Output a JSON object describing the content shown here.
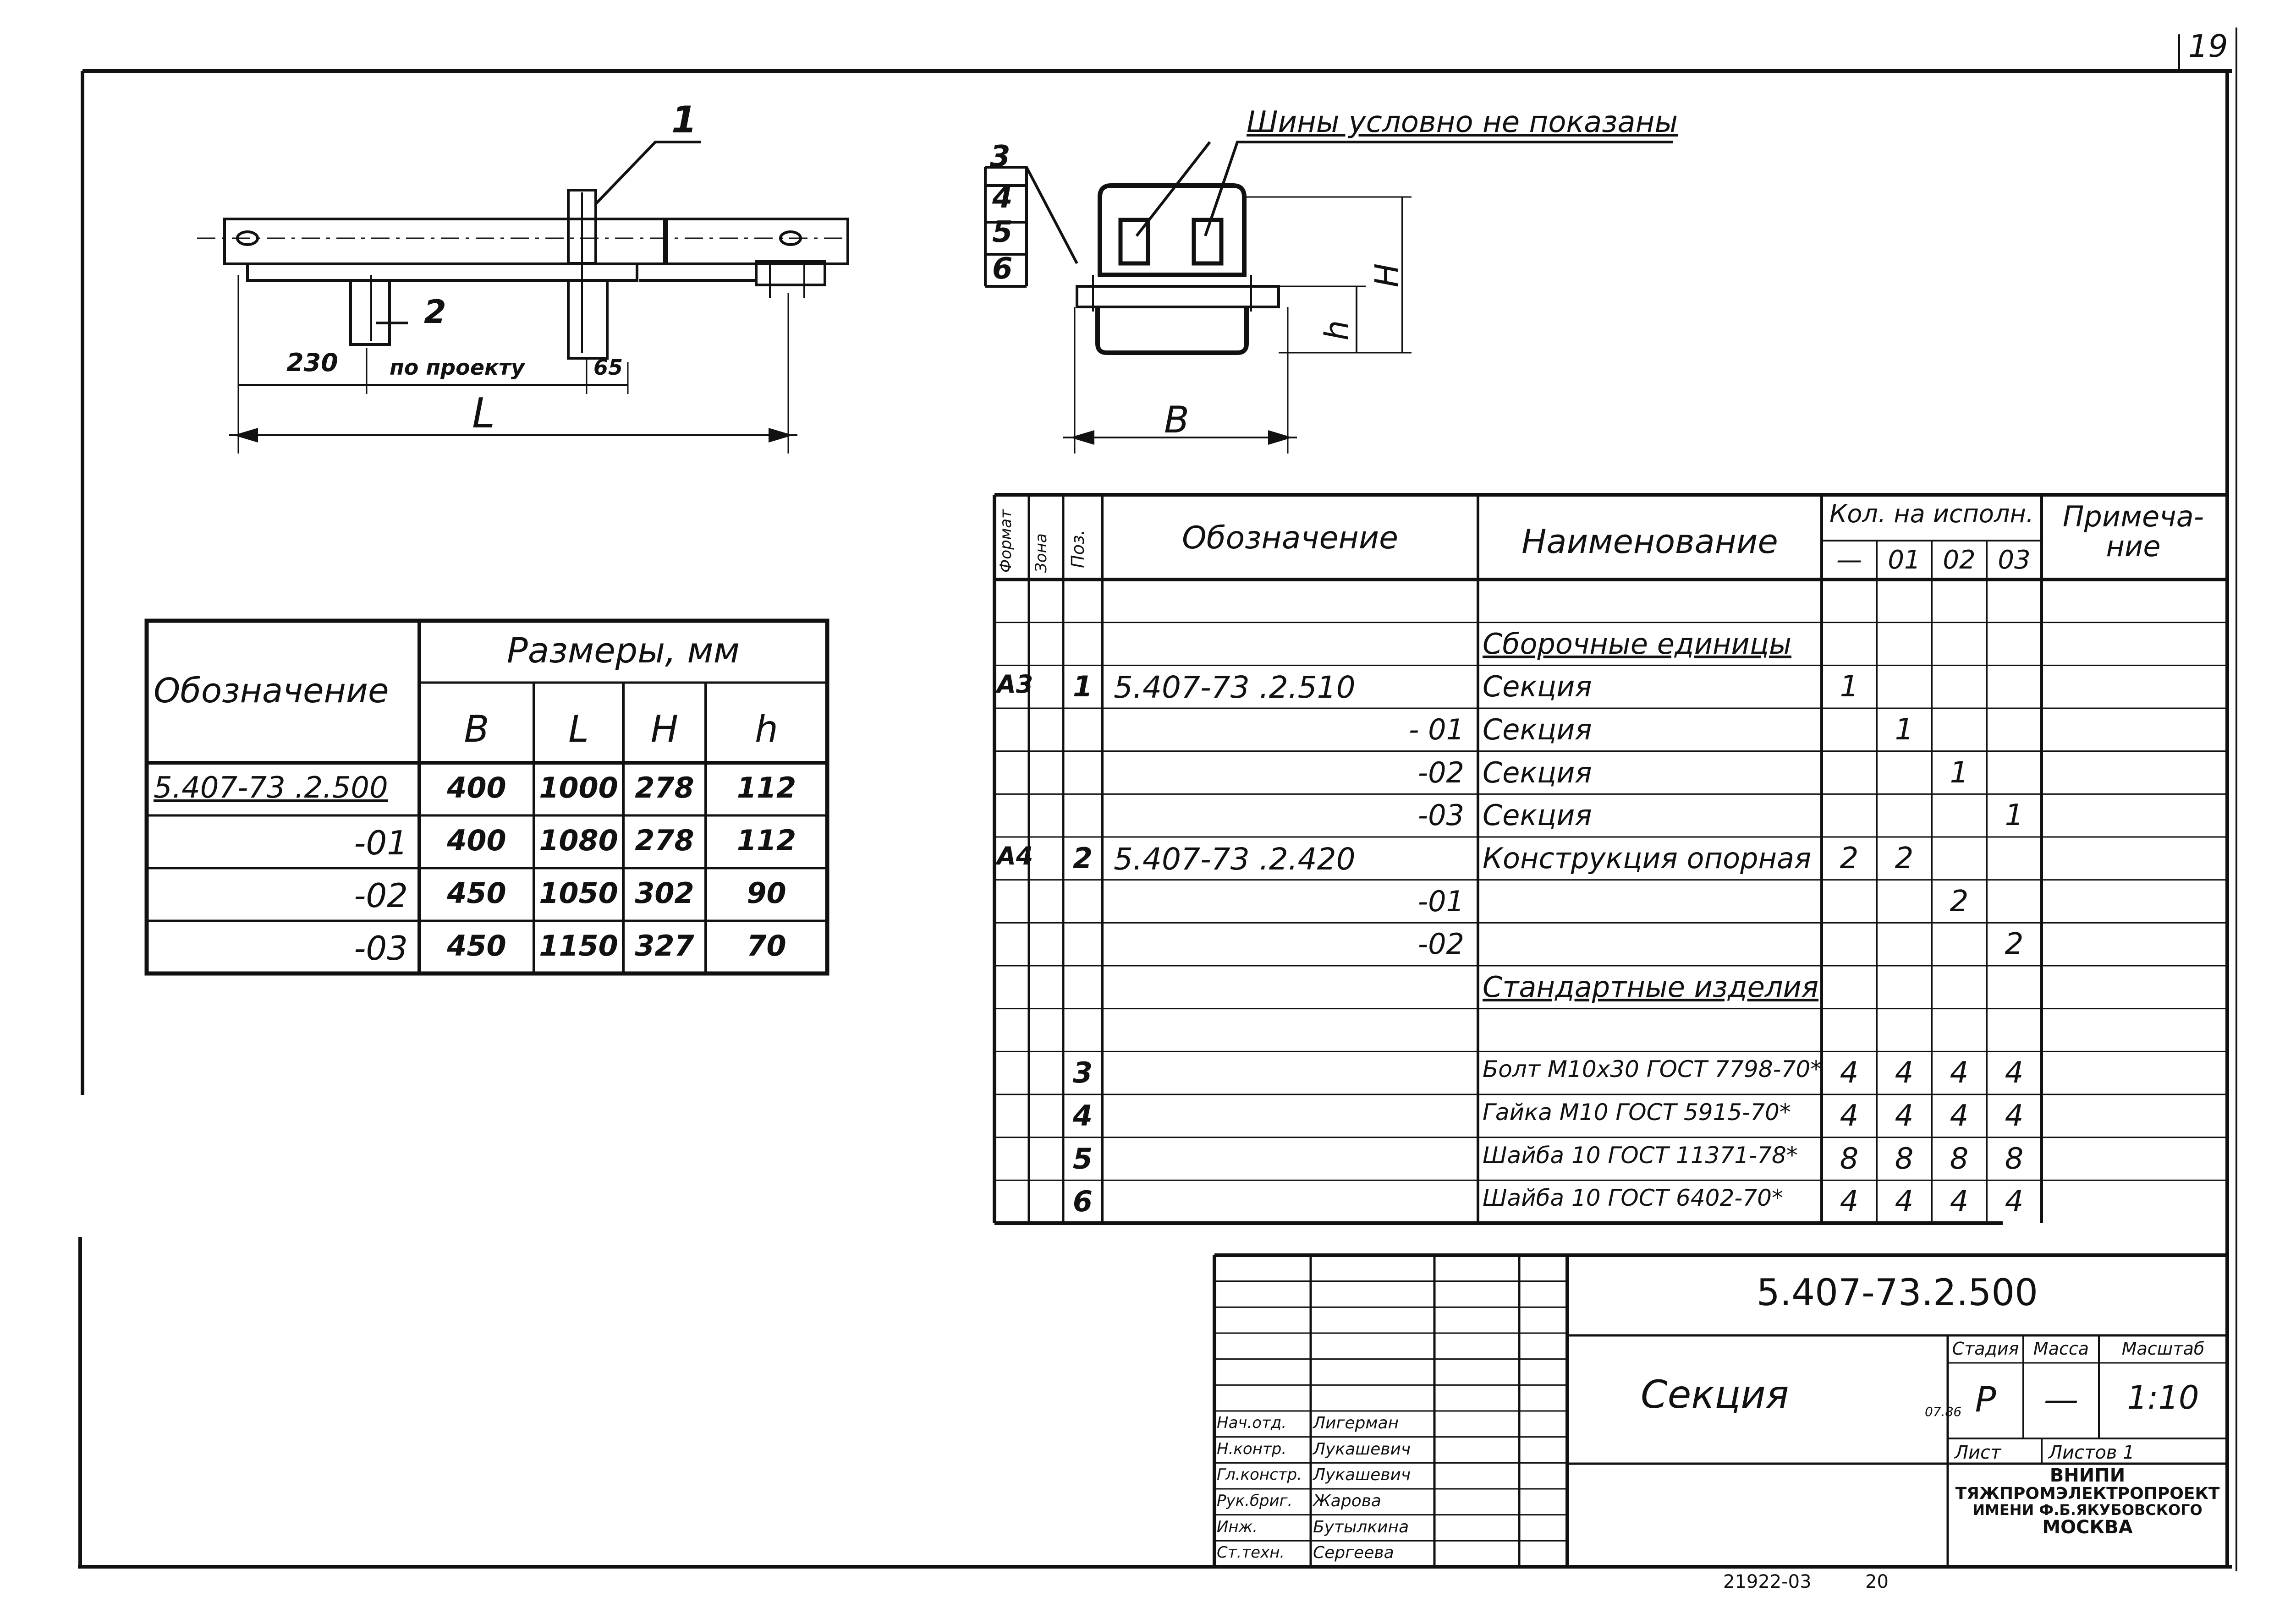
{
  "sheet_number": "19",
  "note_buses": "Шины условно не показаны",
  "drawing1": {
    "callout1": "1",
    "callout2": "2",
    "dim_230": "230",
    "dim_pitch": "по проекту",
    "dim_65": "65",
    "dim_L": "L"
  },
  "drawing2": {
    "callouts": [
      "3",
      "4",
      "5",
      "6"
    ],
    "dim_B": "B",
    "dim_H": "H",
    "dim_h": "h"
  },
  "dims_table": {
    "header_designation": "Обозначение",
    "header_sizes": "Размеры, мм",
    "cols": [
      "B",
      "L",
      "H",
      "h"
    ],
    "rows": [
      {
        "des": "5.407-73 .2.500",
        "v": [
          "400",
          "1000",
          "278",
          "112"
        ]
      },
      {
        "des": "-01",
        "v": [
          "400",
          "1080",
          "278",
          "112"
        ]
      },
      {
        "des": "-02",
        "v": [
          "450",
          "1050",
          "302",
          "90"
        ]
      },
      {
        "des": "-03",
        "v": [
          "450",
          "1150",
          "327",
          "70"
        ]
      }
    ]
  },
  "spec": {
    "h_format": "Формат",
    "h_zone": "Зона",
    "h_pos": "Поз.",
    "h_designation": "Обозначение",
    "h_name": "Наименование",
    "h_qty": "Кол. на исполн.",
    "h_qcols": [
      "—",
      "01",
      "02",
      "03"
    ],
    "h_note": "Приме­ча-ние",
    "rows": [
      {
        "fmt": "",
        "pos": "",
        "des": "",
        "name": "",
        "q": [
          "",
          "",
          "",
          ""
        ]
      },
      {
        "fmt": "",
        "pos": "",
        "des": "",
        "name": "Сборочные единицы",
        "q": [
          "",
          "",
          "",
          ""
        ],
        "ul": true
      },
      {
        "fmt": "А3",
        "pos": "1",
        "des": "5.407-73 .2.510",
        "name": "Секция",
        "q": [
          "1",
          "",
          "",
          ""
        ]
      },
      {
        "fmt": "",
        "pos": "",
        "des": "- 01",
        "name": "Секция",
        "q": [
          "",
          "1",
          "",
          ""
        ],
        "r": true
      },
      {
        "fmt": "",
        "pos": "",
        "des": "-02",
        "name": "Секция",
        "q": [
          "",
          "",
          "1",
          ""
        ],
        "r": true
      },
      {
        "fmt": "",
        "pos": "",
        "des": "-03",
        "name": "Секция",
        "q": [
          "",
          "",
          "",
          "1"
        ],
        "r": true
      },
      {
        "fmt": "А4",
        "pos": "2",
        "des": "5.407-73 .2.420",
        "name": "Конструкция опорная",
        "q": [
          "2",
          "2",
          "",
          ""
        ]
      },
      {
        "fmt": "",
        "pos": "",
        "des": "-01",
        "name": "",
        "q": [
          "",
          "",
          "2",
          ""
        ],
        "r": true
      },
      {
        "fmt": "",
        "pos": "",
        "des": "-02",
        "name": "",
        "q": [
          "",
          "",
          "",
          "2"
        ],
        "r": true
      },
      {
        "fmt": "",
        "pos": "",
        "des": "",
        "name": "Стандартные изделия",
        "q": [
          "",
          "",
          "",
          ""
        ],
        "ul": true
      },
      {
        "fmt": "",
        "pos": "",
        "des": "",
        "name": "",
        "q": [
          "",
          "",
          "",
          ""
        ]
      },
      {
        "fmt": "",
        "pos": "3",
        "des": "",
        "name": "Болт М10х30 ГОСТ 7798-70*",
        "q": [
          "4",
          "4",
          "4",
          "4"
        ]
      },
      {
        "fmt": "",
        "pos": "4",
        "des": "",
        "name": "Гайка М10 ГОСТ 5915-70*",
        "q": [
          "4",
          "4",
          "4",
          "4"
        ]
      },
      {
        "fmt": "",
        "pos": "5",
        "des": "",
        "name": "Шайба 10 ГОСТ 11371-78*",
        "q": [
          "8",
          "8",
          "8",
          "8"
        ]
      },
      {
        "fmt": "",
        "pos": "6",
        "des": "",
        "name": "Шайба 10 ГОСТ 6402-70*",
        "q": [
          "4",
          "4",
          "4",
          "4"
        ]
      }
    ]
  },
  "title_block": {
    "doc_number": "5.407-73.2.500",
    "title": "Секция",
    "h_stage": "Стадия",
    "h_mass": "Масса",
    "h_scale": "Масштаб",
    "stage": "Р",
    "mass": "—",
    "scale": "1:10",
    "sheet_label": "Лист",
    "sheets_label": "Листов 1",
    "org": [
      "ВНИПИ",
      "ТЯЖПРОМЭЛЕКТРОПРОЕКТ",
      "ИМЕНИ Ф.Б.ЯКУБОВСКОГО",
      "МОСКВА"
    ],
    "date": "07.86",
    "signers": [
      {
        "role": "Нач.отд.",
        "name": "Лигерман"
      },
      {
        "role": "Н.контр.",
        "name": "Лукашевич"
      },
      {
        "role": "Гл.констр.",
        "name": "Лукашевич"
      },
      {
        "role": "Рук.бриг.",
        "name": "Жарова"
      },
      {
        "role": "Инж.",
        "name": "Бутылкина"
      },
      {
        "role": "Ст.техн.",
        "name": "Сергеева"
      }
    ]
  },
  "footer": {
    "archive": "21922-03",
    "page": "20"
  }
}
